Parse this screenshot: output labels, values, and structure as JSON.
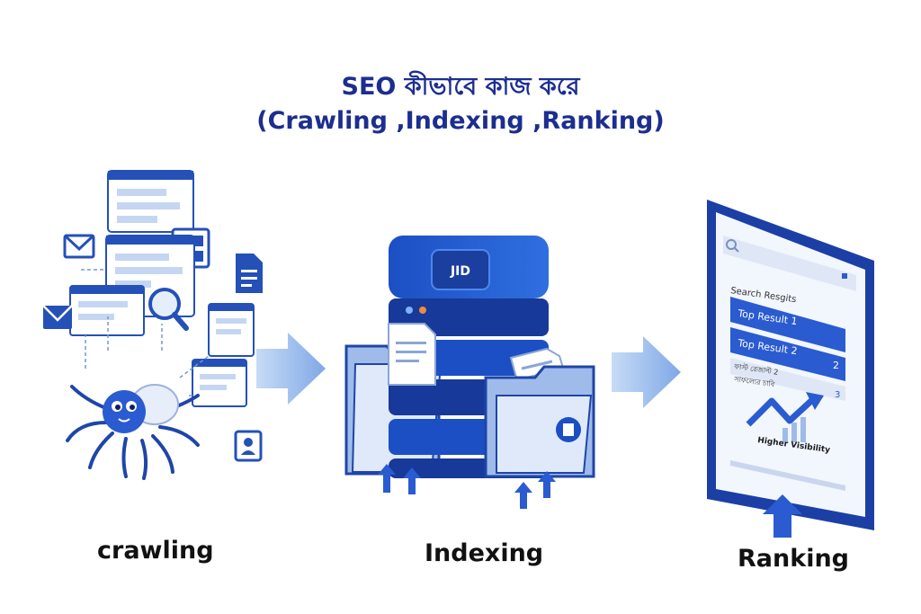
{
  "title": {
    "line1": "SEO কীভাবে কাজ করে",
    "line2": "(Crawling ,Indexing ,Ranking)"
  },
  "stages": [
    {
      "label": "crawling"
    },
    {
      "label": "Indexing"
    },
    {
      "label": "Ranking"
    }
  ],
  "serp": {
    "search_label": "Search Resgits",
    "results": [
      {
        "label": "Top Result 1",
        "rank": ""
      },
      {
        "label": "Top Result 2",
        "rank": "2"
      }
    ],
    "row3_text1": "ফাস্ট রেজাল্ট 2",
    "row3_text2": "সাফল্যের চাবি",
    "row3_rank": "3",
    "visibility_label": "Higher Visibility"
  },
  "server_logo": "JID",
  "colors": {
    "primary": "#1f4fbf",
    "dark": "#1c2e8f",
    "light": "#cfdcf5",
    "arrow": "#8fb4ea"
  }
}
